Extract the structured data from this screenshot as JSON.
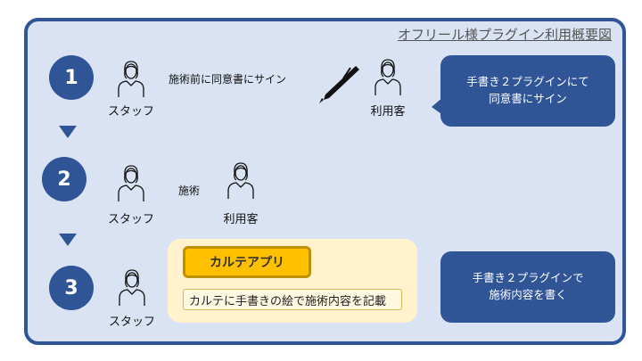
{
  "title": "オフリール様プラグイン利用概要図",
  "steps": [
    {
      "number": "1",
      "staff": "スタッフ",
      "action": "施術前に同意書にサイン",
      "client": "利用客",
      "callout": [
        "手書き２プラグインにて",
        "同意書にサイン"
      ]
    },
    {
      "number": "2",
      "staff": "スタッフ",
      "action": "施術",
      "client": "利用客"
    },
    {
      "number": "3",
      "staff": "スタッフ",
      "app_button": "カルテアプリ",
      "app_note": "カルテに手書きの絵で施術内容を記載",
      "callout": [
        "手書き２プラグインで",
        "施術内容を書く"
      ]
    }
  ],
  "colors": {
    "primary": "#2F5597",
    "background": "#DAE3F3",
    "panel": "#FFF2CC",
    "button": "#FFC000"
  }
}
